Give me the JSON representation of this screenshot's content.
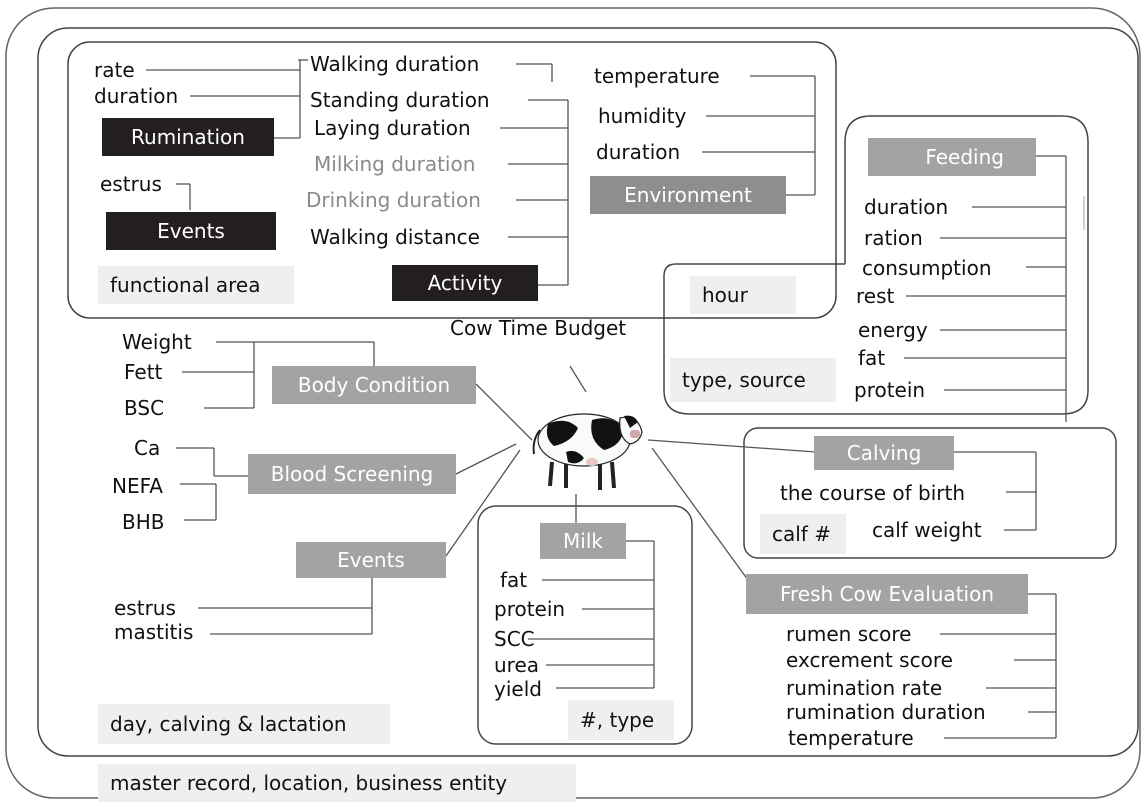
{
  "center": {
    "title": "Cow Time Budget"
  },
  "activity": {
    "header": "Activity",
    "items": [
      "Walking duration",
      "Standing duration",
      "Laying duration",
      "Milking duration",
      "Drinking duration",
      "Walking distance"
    ],
    "gray_items": [
      "Milking duration",
      "Drinking duration"
    ]
  },
  "rumination": {
    "header": "Rumination",
    "items": [
      "rate",
      "duration"
    ]
  },
  "events_top": {
    "header": "Events",
    "items": [
      "estrus"
    ]
  },
  "functional_area": "functional area",
  "environment": {
    "header": "Environment",
    "items": [
      "temperature",
      "humidity",
      "duration"
    ]
  },
  "feeding": {
    "header": "Feeding",
    "items": [
      "duration",
      "ration",
      "consumption",
      "rest",
      "energy",
      "fat",
      "protein"
    ]
  },
  "hour": "hour",
  "type_source": "type, source",
  "body_condition": {
    "header": "Body Condition",
    "items": [
      "Weight",
      "Fett",
      "BSC"
    ]
  },
  "blood_screening": {
    "header": "Blood Screening",
    "items": [
      "Ca",
      "NEFA",
      "BHB"
    ]
  },
  "events_bottom": {
    "header": "Events",
    "items": [
      "estrus",
      "mastitis"
    ]
  },
  "milk": {
    "header": "Milk",
    "items": [
      "fat",
      "protein",
      "SCC",
      "urea",
      "yield"
    ],
    "footer": "#, type"
  },
  "calving": {
    "header": "Calving",
    "items": [
      "the course of birth",
      "calf weight"
    ],
    "calf_count": "calf #"
  },
  "fresh_cow": {
    "header": "Fresh Cow Evaluation",
    "items": [
      "rumen score",
      "excrement score",
      "rumination rate",
      "rumination duration",
      "temperature"
    ]
  },
  "day_calving": "day, calving & lactation",
  "master_record": "master record, location, business entity",
  "colors": {
    "dark": "#231f20",
    "header_gray": "#a3a3a3",
    "env_gray": "#8e8e90",
    "label_bg": "#efefef",
    "line": "#555555"
  }
}
